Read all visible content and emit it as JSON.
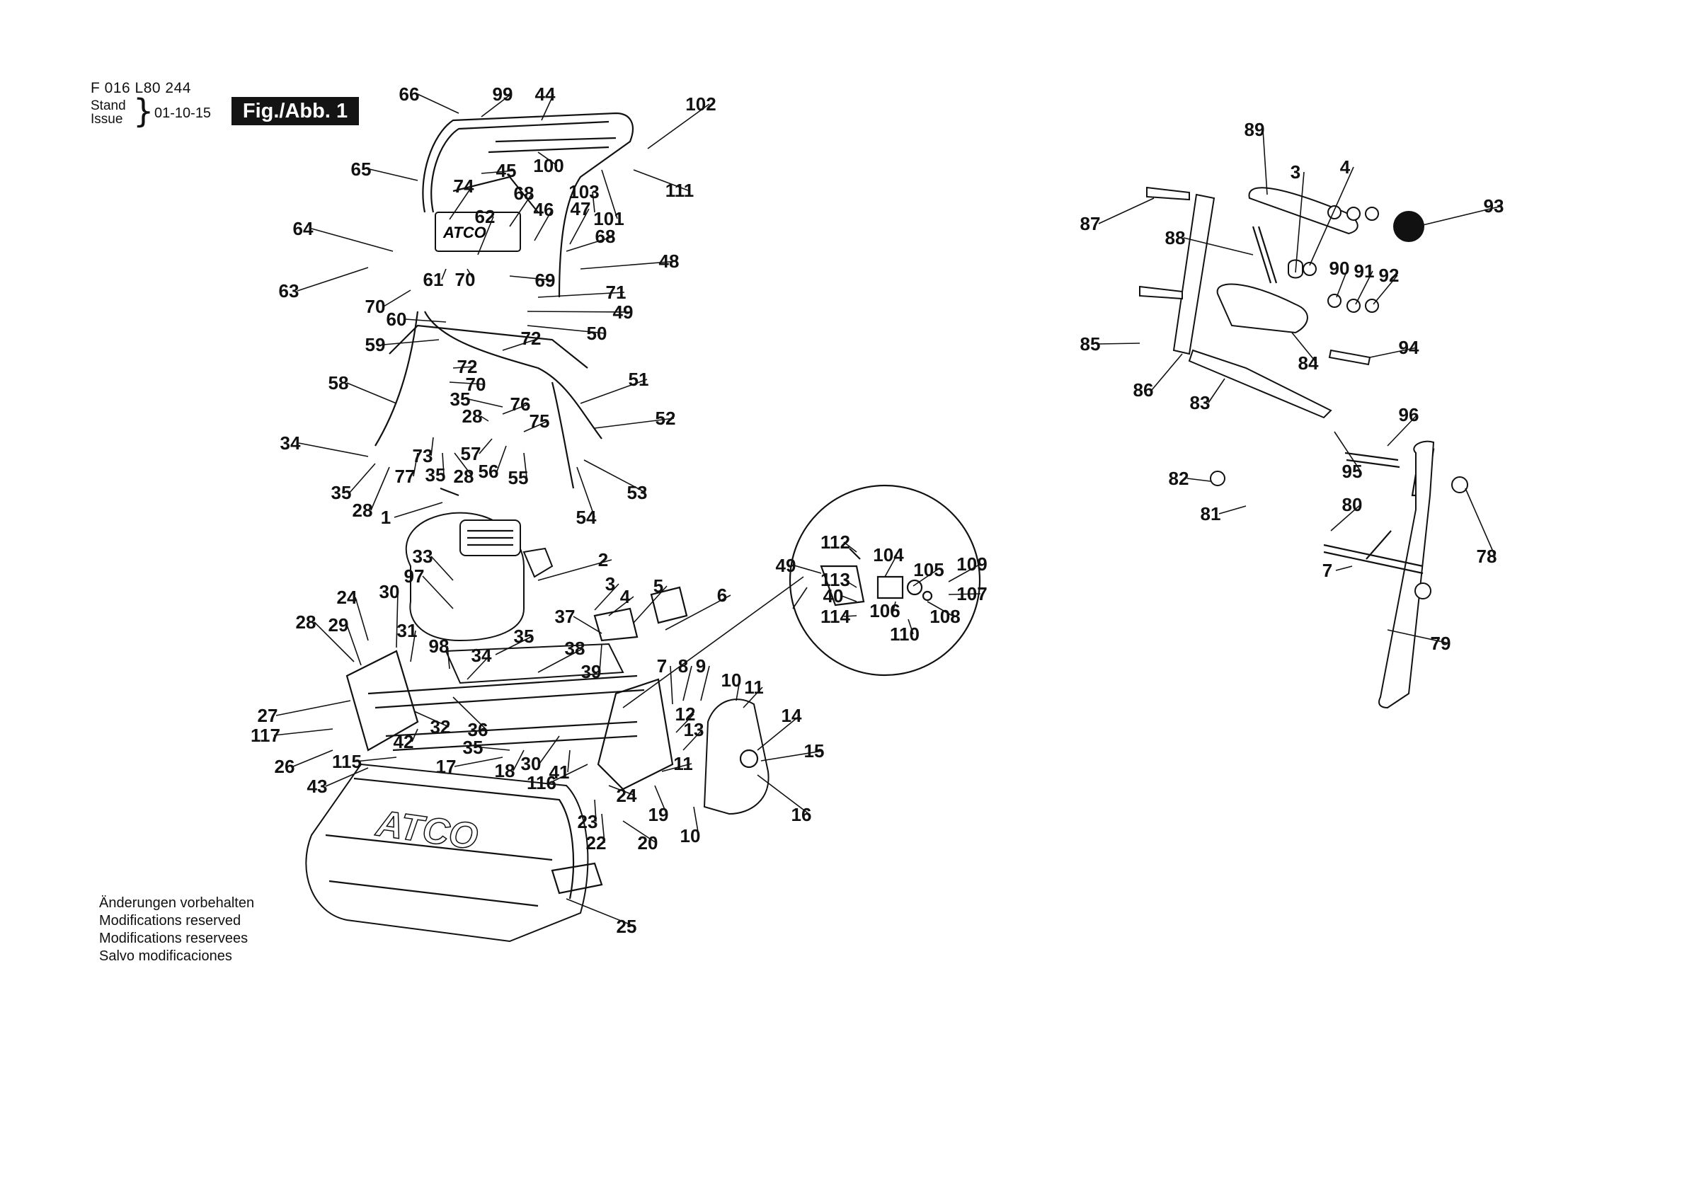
{
  "header": {
    "doc_number": "F 016 L80 244",
    "stand_label": "Stand",
    "issue_label": "Issue",
    "date": "01-10-15",
    "figure": "Fig./Abb. 1"
  },
  "notice": {
    "de": "Änderungen vorbehalten",
    "en": "Modifications reserved",
    "fr": "Modifications reservees",
    "es": "Salvo modificaciones"
  },
  "drawing": {
    "brand_mark": "ATCO"
  },
  "callouts": [
    "1",
    "2",
    "3",
    "4",
    "5",
    "6",
    "7",
    "8",
    "9",
    "10",
    "11",
    "12",
    "13",
    "14",
    "15",
    "16",
    "17",
    "18",
    "19",
    "20",
    "22",
    "23",
    "24",
    "25",
    "26",
    "27",
    "28",
    "29",
    "30",
    "31",
    "32",
    "33",
    "34",
    "35",
    "36",
    "37",
    "38",
    "39",
    "40",
    "41",
    "42",
    "43",
    "44",
    "45",
    "46",
    "47",
    "48",
    "49",
    "50",
    "51",
    "52",
    "53",
    "54",
    "55",
    "56",
    "57",
    "58",
    "59",
    "60",
    "61",
    "62",
    "63",
    "64",
    "65",
    "66",
    "68",
    "69",
    "70",
    "71",
    "72",
    "73",
    "74",
    "75",
    "76",
    "77",
    "78",
    "79",
    "80",
    "81",
    "82",
    "83",
    "84",
    "85",
    "86",
    "87",
    "88",
    "89",
    "90",
    "91",
    "92",
    "93",
    "94",
    "95",
    "96",
    "97",
    "98",
    "99",
    "100",
    "101",
    "102",
    "103",
    "104",
    "105",
    "106",
    "107",
    "108",
    "109",
    "110",
    "111",
    "112",
    "113",
    "114",
    "115",
    "116",
    "117"
  ]
}
